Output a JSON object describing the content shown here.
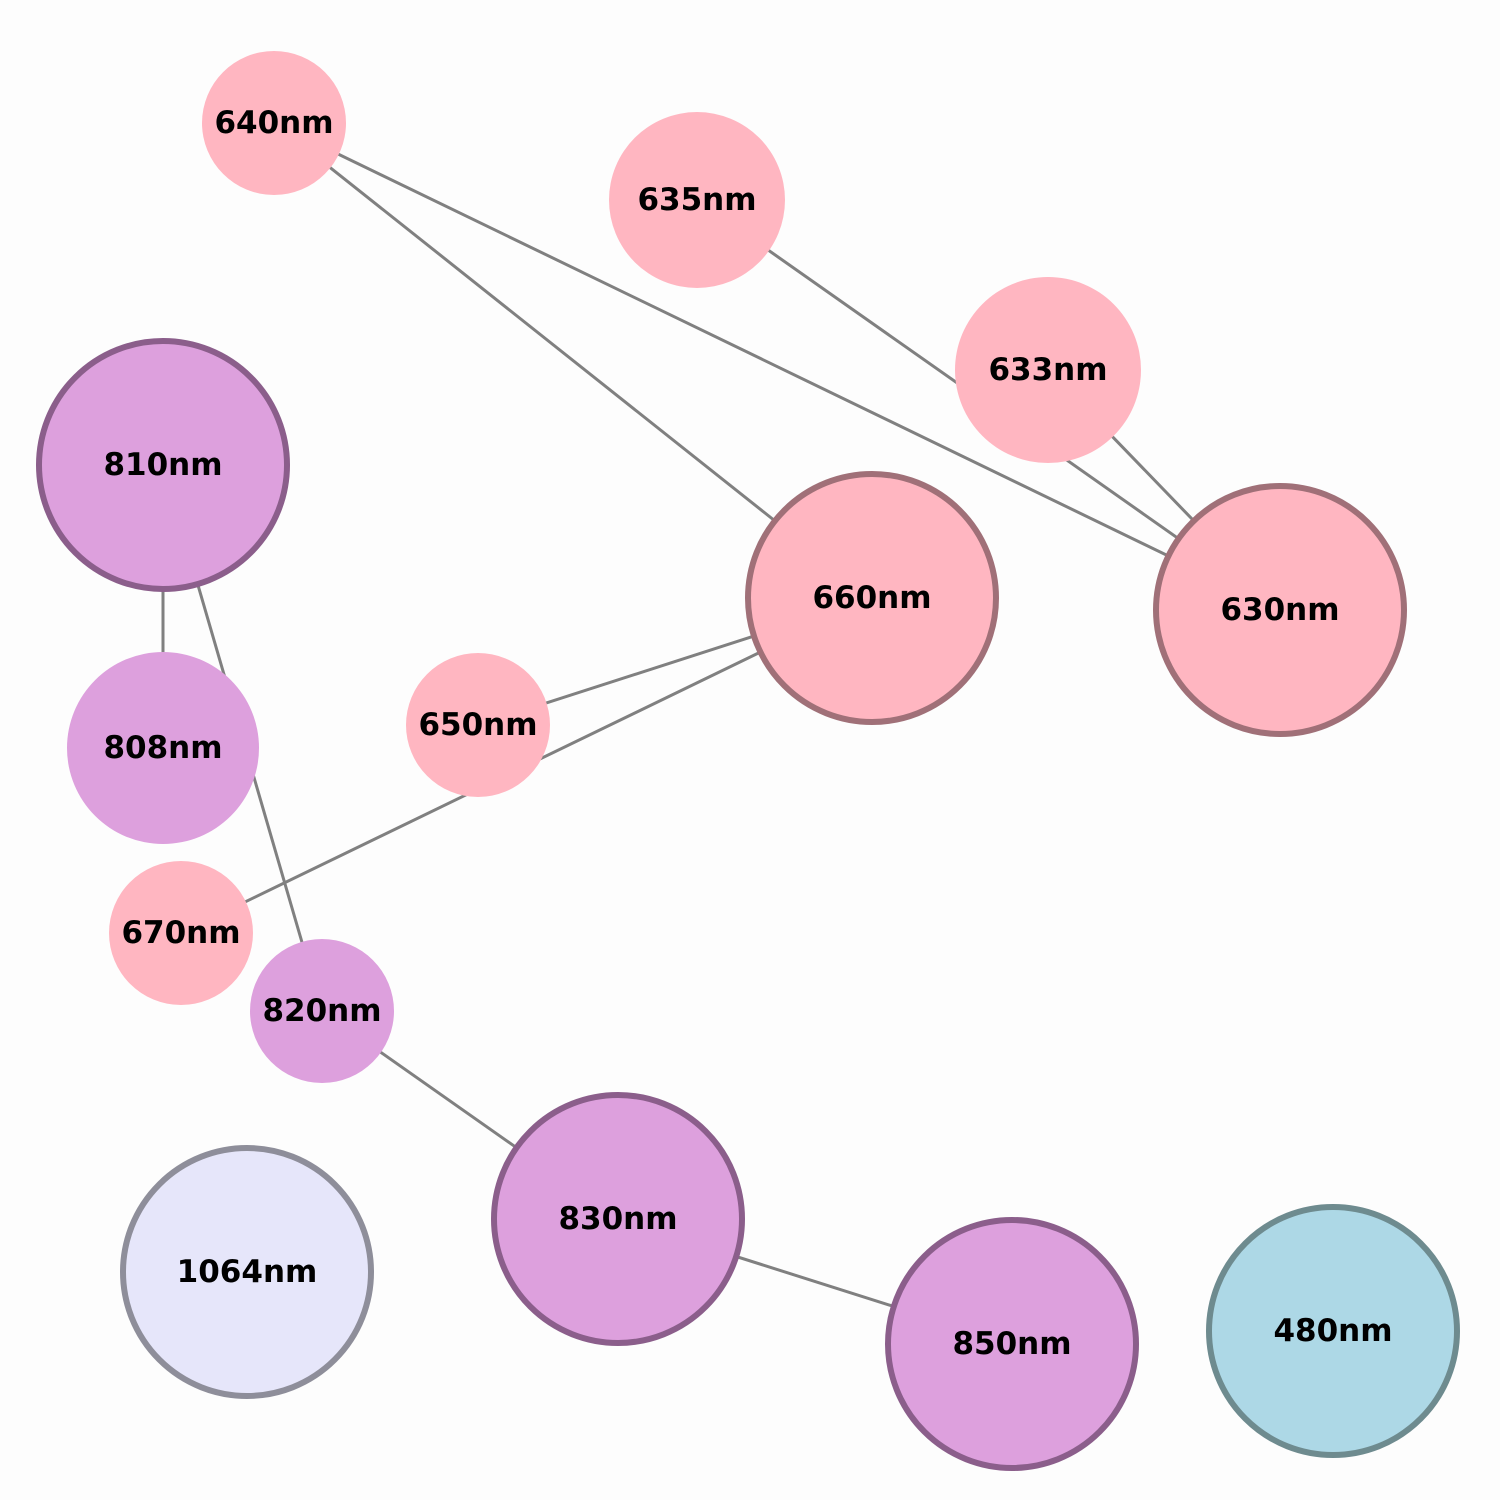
{
  "graph": {
    "nodes": [
      {
        "id": "640nm",
        "label": "640nm",
        "fill": "#FFB6C1",
        "stroke": "none"
      },
      {
        "id": "635nm",
        "label": "635nm",
        "fill": "#FFB6C1",
        "stroke": "none"
      },
      {
        "id": "633nm",
        "label": "633nm",
        "fill": "#FFB6C1",
        "stroke": "none"
      },
      {
        "id": "810nm",
        "label": "810nm",
        "fill": "#DDA0DD",
        "stroke": "#8B5E8B"
      },
      {
        "id": "660nm",
        "label": "660nm",
        "fill": "#FFB6C1",
        "stroke": "#A07078"
      },
      {
        "id": "630nm",
        "label": "630nm",
        "fill": "#FFB6C1",
        "stroke": "#A07078"
      },
      {
        "id": "808nm",
        "label": "808nm",
        "fill": "#DDA0DD",
        "stroke": "none"
      },
      {
        "id": "650nm",
        "label": "650nm",
        "fill": "#FFB6C1",
        "stroke": "none"
      },
      {
        "id": "670nm",
        "label": "670nm",
        "fill": "#FFB6C1",
        "stroke": "none"
      },
      {
        "id": "820nm",
        "label": "820nm",
        "fill": "#DDA0DD",
        "stroke": "none"
      },
      {
        "id": "830nm",
        "label": "830nm",
        "fill": "#DDA0DD",
        "stroke": "#8B5E8B"
      },
      {
        "id": "1064nm",
        "label": "1064nm",
        "fill": "#E6E6FA",
        "stroke": "#8E8E9A"
      },
      {
        "id": "850nm",
        "label": "850nm",
        "fill": "#DDA0DD",
        "stroke": "#8B5E8B"
      },
      {
        "id": "480nm",
        "label": "480nm",
        "fill": "#ADD8E6",
        "stroke": "#6E8B8F"
      }
    ],
    "edges": [
      [
        "640nm",
        "660nm"
      ],
      [
        "640nm",
        "630nm"
      ],
      [
        "635nm",
        "630nm"
      ],
      [
        "633nm",
        "630nm"
      ],
      [
        "810nm",
        "808nm"
      ],
      [
        "810nm",
        "820nm"
      ],
      [
        "660nm",
        "650nm"
      ],
      [
        "660nm",
        "670nm"
      ],
      [
        "820nm",
        "830nm"
      ],
      [
        "830nm",
        "850nm"
      ]
    ],
    "edge_color": "#808080"
  }
}
